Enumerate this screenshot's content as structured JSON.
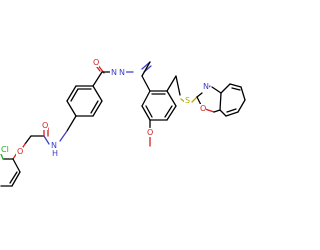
{
  "structure": {
    "atoms": {
      "o_hydrazide": "O",
      "nh_hydrazide": "N",
      "n_hydrazide_2": "N",
      "nh_amide": "N",
      "h_amide": "H",
      "o_amide": "O",
      "o_ether": "O",
      "cl": "Cl",
      "o_methoxy": "O",
      "s_thio": "S",
      "n_oxazole": "N",
      "o_oxazole": "O"
    },
    "colors": {
      "carbon": "#000000",
      "nitrogen": "#3c40c8",
      "oxygen": "#d22020",
      "sulfur": "#b8a800",
      "chlorine": "#20b020"
    }
  }
}
